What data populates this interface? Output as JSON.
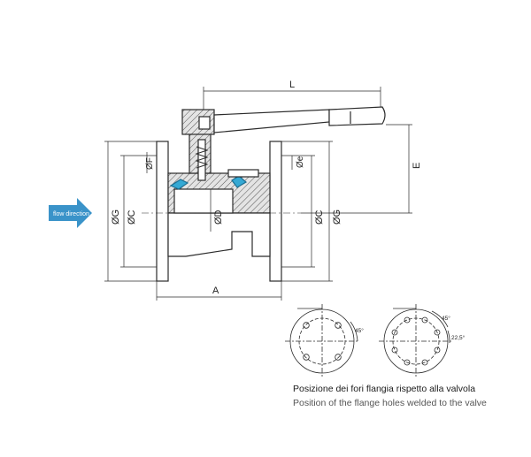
{
  "flow_label": "flow direction",
  "dimensions": {
    "L": "L",
    "E": "E",
    "A": "A",
    "phi_g_left": "ØG",
    "phi_c_left": "ØC",
    "phi_f": "ØF",
    "phi_d": "ØD",
    "phi_e": "Øe",
    "phi_c_right": "ØC",
    "phi_g_right": "ØG"
  },
  "angles": {
    "left_45": "45°",
    "right_45": "45°",
    "right_22_5": "22,5°"
  },
  "caption": {
    "italian": "Posizione dei fori flangia rispetto alla valvola",
    "english": "Position of the flange holes welded to the valve"
  },
  "colors": {
    "flow_arrow": "#3a93c9",
    "seat": "#35a9d4",
    "line": "#2b2b2b"
  }
}
